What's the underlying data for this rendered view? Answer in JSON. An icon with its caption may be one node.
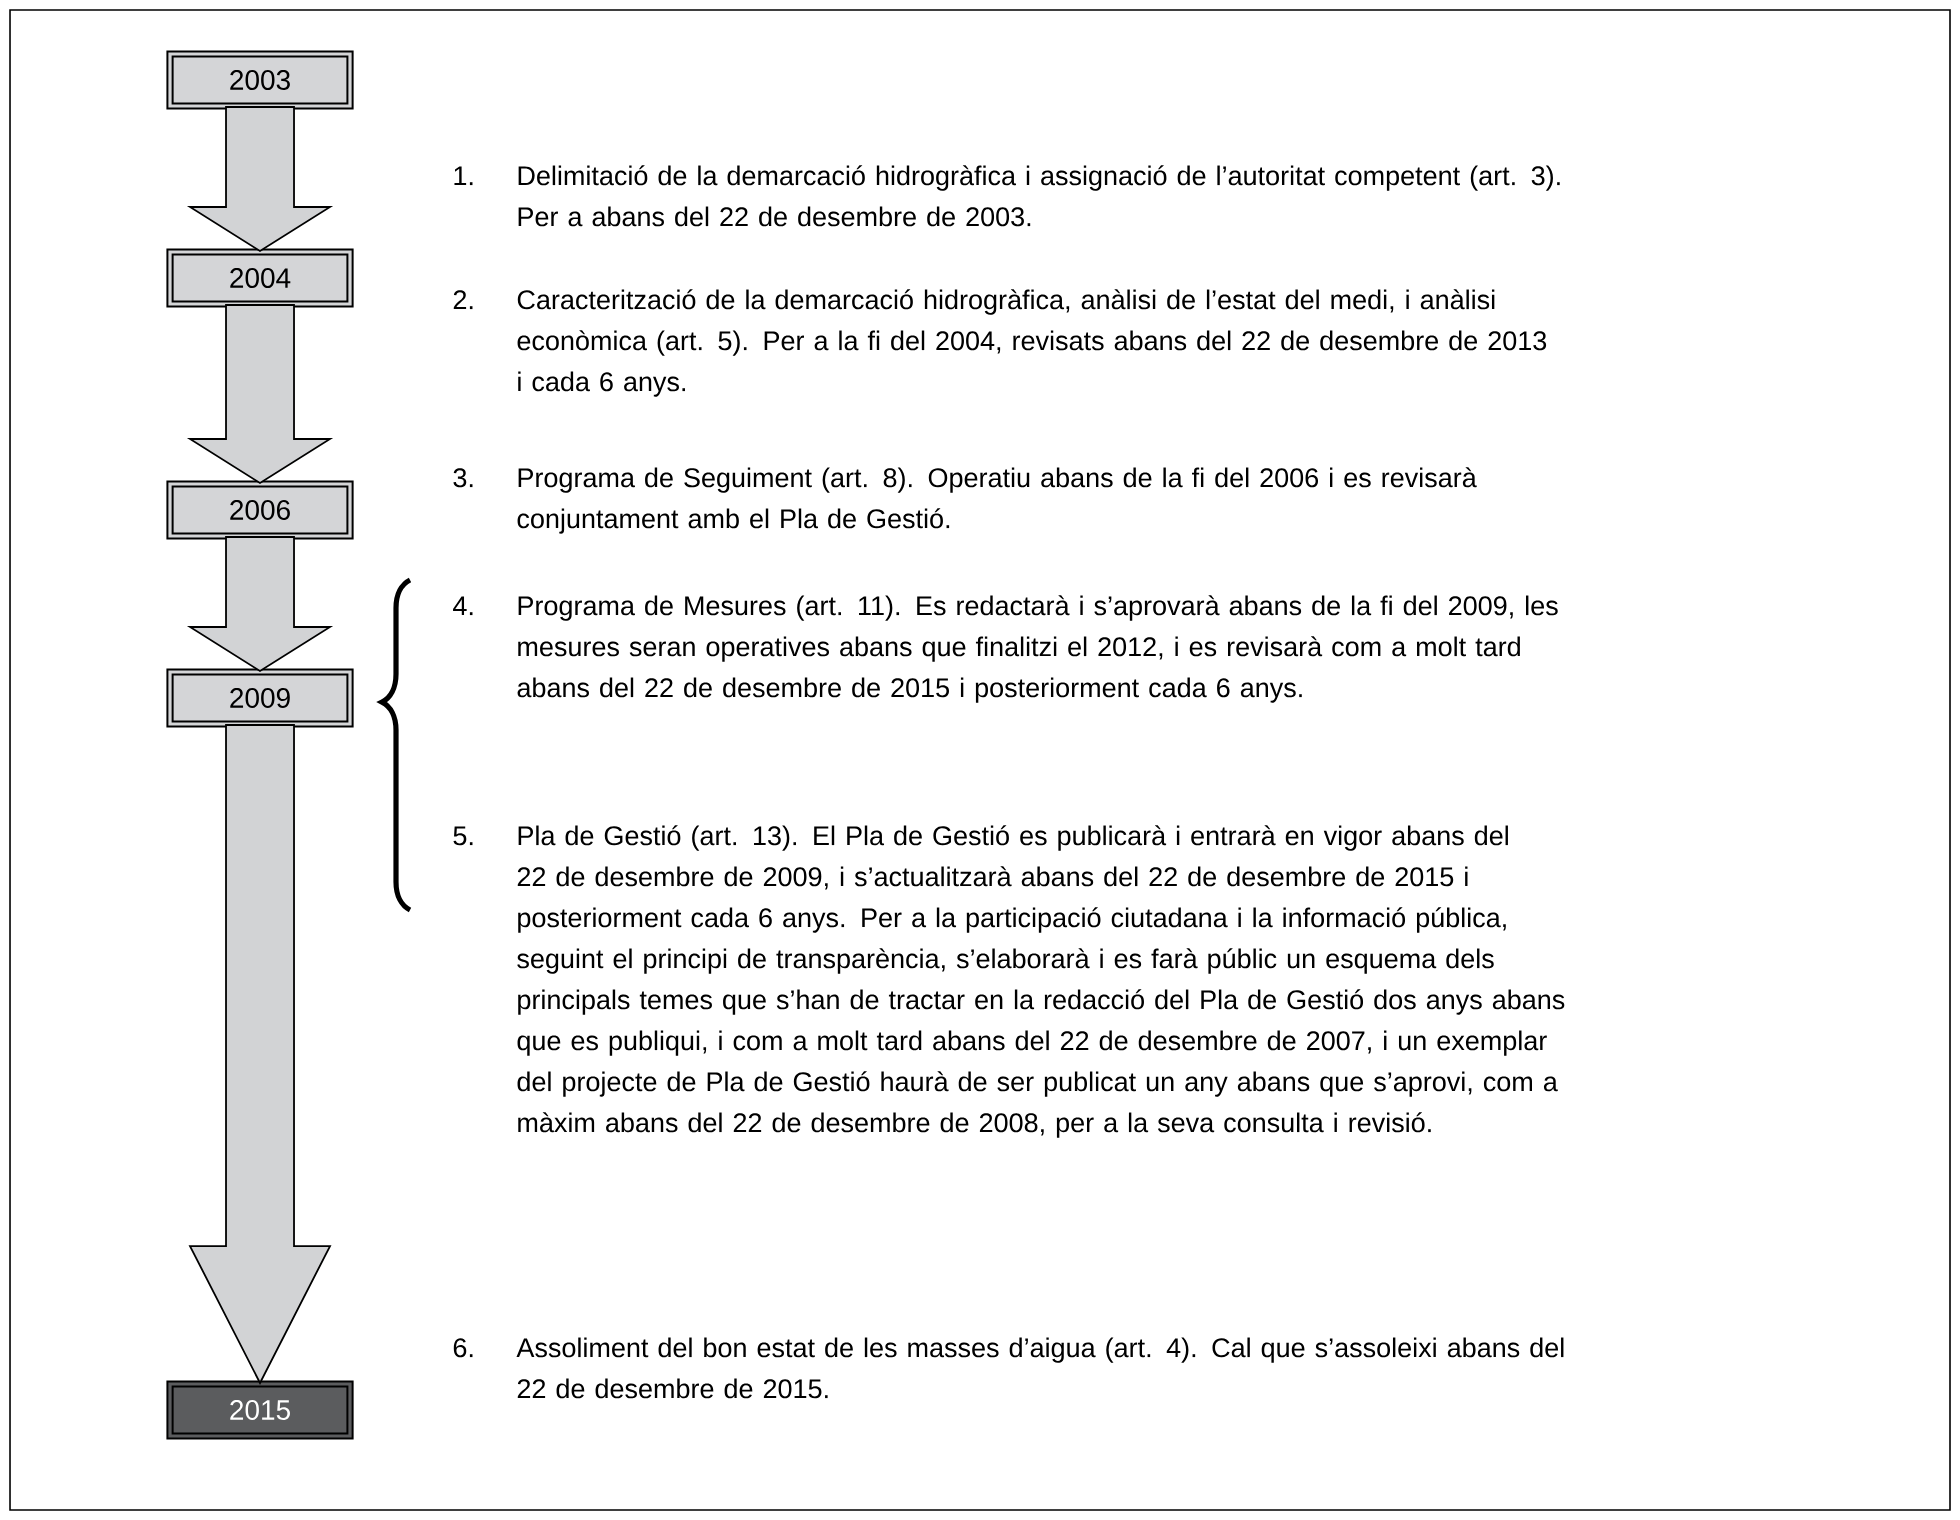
{
  "diagram": {
    "nodes": [
      {
        "text": [
          "2003"
        ]
      },
      {
        "text": [
          "2004"
        ]
      },
      {
        "text": [
          "2006"
        ]
      },
      {
        "text": [
          "2009"
        ]
      },
      {
        "text": [
          "2015"
        ]
      }
    ],
    "edges": [
      {
        "from": 0,
        "to": 1,
        "arrow": "to"
      },
      {
        "from": 1,
        "to": 2,
        "arrow": "to"
      },
      {
        "from": 2,
        "to": 3,
        "arrow": "to"
      },
      {
        "from": 3,
        "to": 4,
        "arrow": "to"
      }
    ],
    "labels": [
      "1.",
      "Delimitació de la demarcació hidrogràfica i assignació de l’autoritat competent (art. 3). Per a abans del 22 de desembre de 2003.",
      "2.",
      "Caracterització de la demarcació hidrogràfica, anàlisi de l’estat del medi, i anàlisi econòmica (art. 5). Per a la fi del 2004, revisats abans del 22 de desembre de 2013 i cada 6 anys.",
      "3.",
      "Programa de Seguiment (art. 8). Operatiu abans de la fi del 2006 i es revisarà conjuntament amb el Pla de Gestió.",
      "4.",
      "Programa de Mesures (art. 11). Es redactarà i s’aprovarà abans de la fi del 2009, les mesures seran operatives abans que finalitzi el 2012, i es revisarà com a molt tard abans del 22 de desembre de 2015 i posteriorment cada 6 anys.",
      "5.",
      "Pla de Gestió (art. 13). El Pla de Gestió es publicarà i entrarà en vigor abans del 22 de desembre de 2009, i s’actualitzarà abans del 22 de desembre de 2015 i posteriorment cada 6 anys. Per a la participació ciutadana i la informació pública, seguint el principi de transparència, s’elaborarà i es farà públic un esquema dels principals temes que s’han de tractar en la redacció del Pla de Gestió dos anys abans que es publiqui, i com a molt tard abans del 22 de desembre de 2007, i un exemplar del projecte de Pla de Gestió haurà de ser publicat un any abans que s’aprovi, com a màxim abans del 22 de desembre de 2008, per a la seva consulta i revisió.",
      "6.",
      "Assoliment del bon estat de les masses d’aigua (art. 4). Cal que s’assoleixi abans del 22 de desembre de 2015."
    ]
  }
}
